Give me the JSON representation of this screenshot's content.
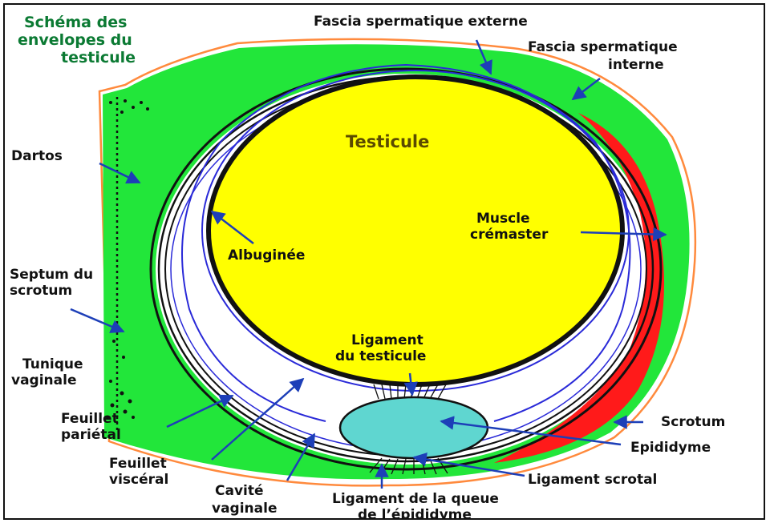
{
  "title": [
    "Schéma des",
    "envelopes du",
    "testicule"
  ],
  "labels": {
    "fascia_ext": "Fascia spermatique externe",
    "fascia_int": [
      "Fascia spermatique",
      "interne"
    ],
    "testicule": "Testicule",
    "dartos": "Dartos",
    "albuginee": "Albuginée",
    "muscle": [
      "Muscle",
      "crémaster"
    ],
    "septum": [
      "Septum du",
      "scrotum"
    ],
    "tunique": [
      "Tunique",
      "vaginale"
    ],
    "ligament_testicule": [
      "Ligament",
      "du testicule"
    ],
    "feuillet_parietal": [
      "Feuillet",
      "pariétal"
    ],
    "feuillet_visceral": [
      "Feuillet",
      "viscéral"
    ],
    "scrotum": "Scrotum",
    "epididyme": "Epididyme",
    "ligament_scrotal": "Ligament scrotal",
    "cavite": [
      "Cavité",
      "vaginale"
    ],
    "ligament_queue": [
      "Ligament de la queue",
      "de l’épididyme"
    ]
  },
  "colors": {
    "testis": "#ffff00",
    "dartos": "#22e63a",
    "cremaster": "#ff1a1a",
    "epididymis": "#5fd6d0",
    "skin": "#ff8a3d",
    "arrow": "#1d3fb8",
    "serosa": "#2a2ad8",
    "title": "#0b7a33"
  }
}
